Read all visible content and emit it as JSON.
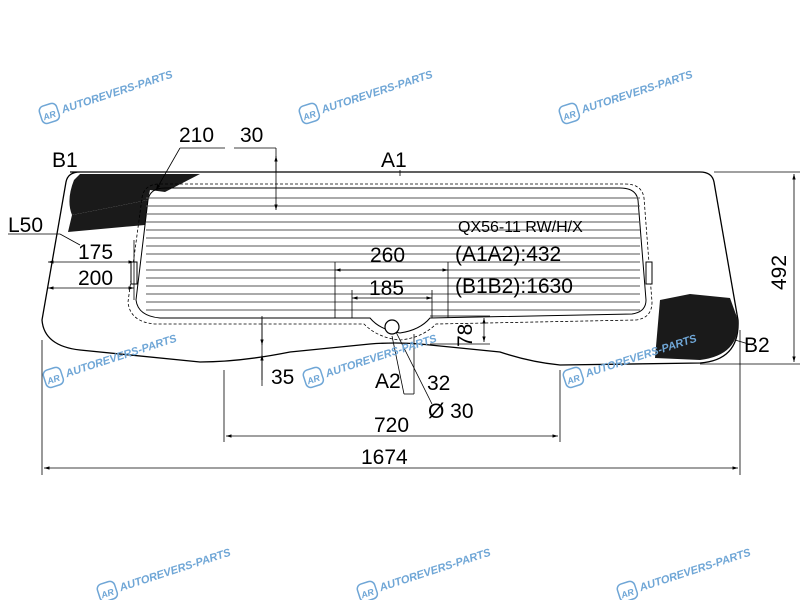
{
  "watermark": {
    "text": "AUTOREVERS-PARTS",
    "logo": "AR",
    "color": "#6fa6d6"
  },
  "part_code": "QX56-11 RW/H/X",
  "dimensions": {
    "width_total": "1674",
    "width_inner": "720",
    "height": "492",
    "top_left_210": "210",
    "top_30": "30",
    "d175": "175",
    "d200": "200",
    "d260": "260",
    "d185": "185",
    "d35": "35",
    "d32": "32",
    "d78": "78",
    "diameter": "Ø 30"
  },
  "labels": {
    "A1": "A1",
    "A2": "A2",
    "B1": "B1",
    "B2": "B2",
    "L50": "L50"
  },
  "measurements": {
    "a1a2": "(A1A2):432",
    "b1b2": "(B1B2):1630"
  }
}
